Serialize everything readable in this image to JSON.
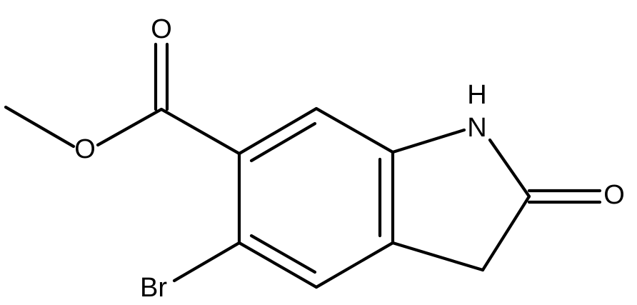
{
  "molecule": {
    "atoms": {
      "carbonyl_o": "O",
      "ester_o": "O",
      "nh": "H",
      "n": "N",
      "lactam_o": "O",
      "br": "Br"
    }
  }
}
